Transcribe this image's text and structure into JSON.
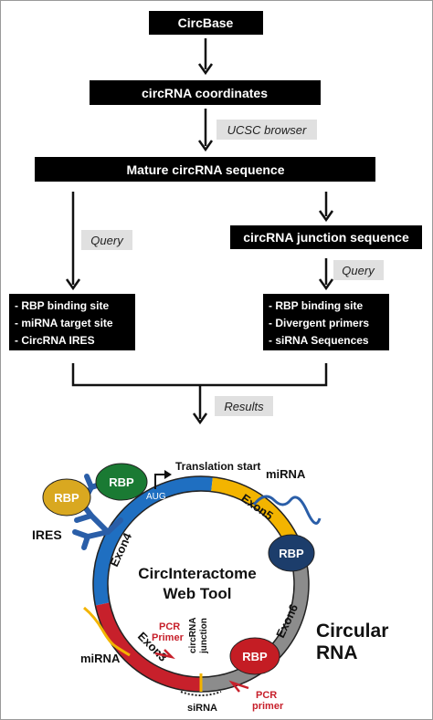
{
  "flow": {
    "circbase": "CircBase",
    "coordinates": "circRNA coordinates",
    "ucsc": "UCSC browser",
    "mature": "Mature circRNA sequence",
    "query_left": "Query",
    "junction": "circRNA junction sequence",
    "query_right": "Query",
    "left_list": [
      "- RBP binding site",
      "- miRNA target site",
      "- CircRNA IRES"
    ],
    "right_list": [
      "- RBP binding site",
      "- Divergent primers",
      "- siRNA Sequences"
    ],
    "results": "Results"
  },
  "circle": {
    "translation_start": "Translation start",
    "aug": "AUG",
    "rbp": "RBP",
    "ires": "IRES",
    "mirna": "miRNA",
    "exon4": "Exon4",
    "exon5": "Exon5",
    "exon6": "Exon6",
    "exon3": "Exon3",
    "tool_line1": "CircInteractome",
    "tool_line2": "Web Tool",
    "pcr_primer_1": "PCR",
    "pcr_primer_1b": "Primer",
    "junction_1": "circRNA",
    "junction_2": "junction",
    "pcr_primer_2": "PCR",
    "pcr_primer_2b": "primer",
    "sirna": "siRNA",
    "circular_1": "Circular",
    "circular_2": "RNA"
  },
  "colors": {
    "exon_blue": "#1f6fc1",
    "exon_yellow": "#f3b400",
    "exon_grey": "#8c8c8c",
    "exon_red": "#c7202b",
    "rbp_green": "#1a7a33",
    "rbp_gold": "#d9a820",
    "rbp_navy": "#1c3d6b",
    "rbp_red": "#c41d24",
    "ires_blue": "#2a5ea8"
  }
}
